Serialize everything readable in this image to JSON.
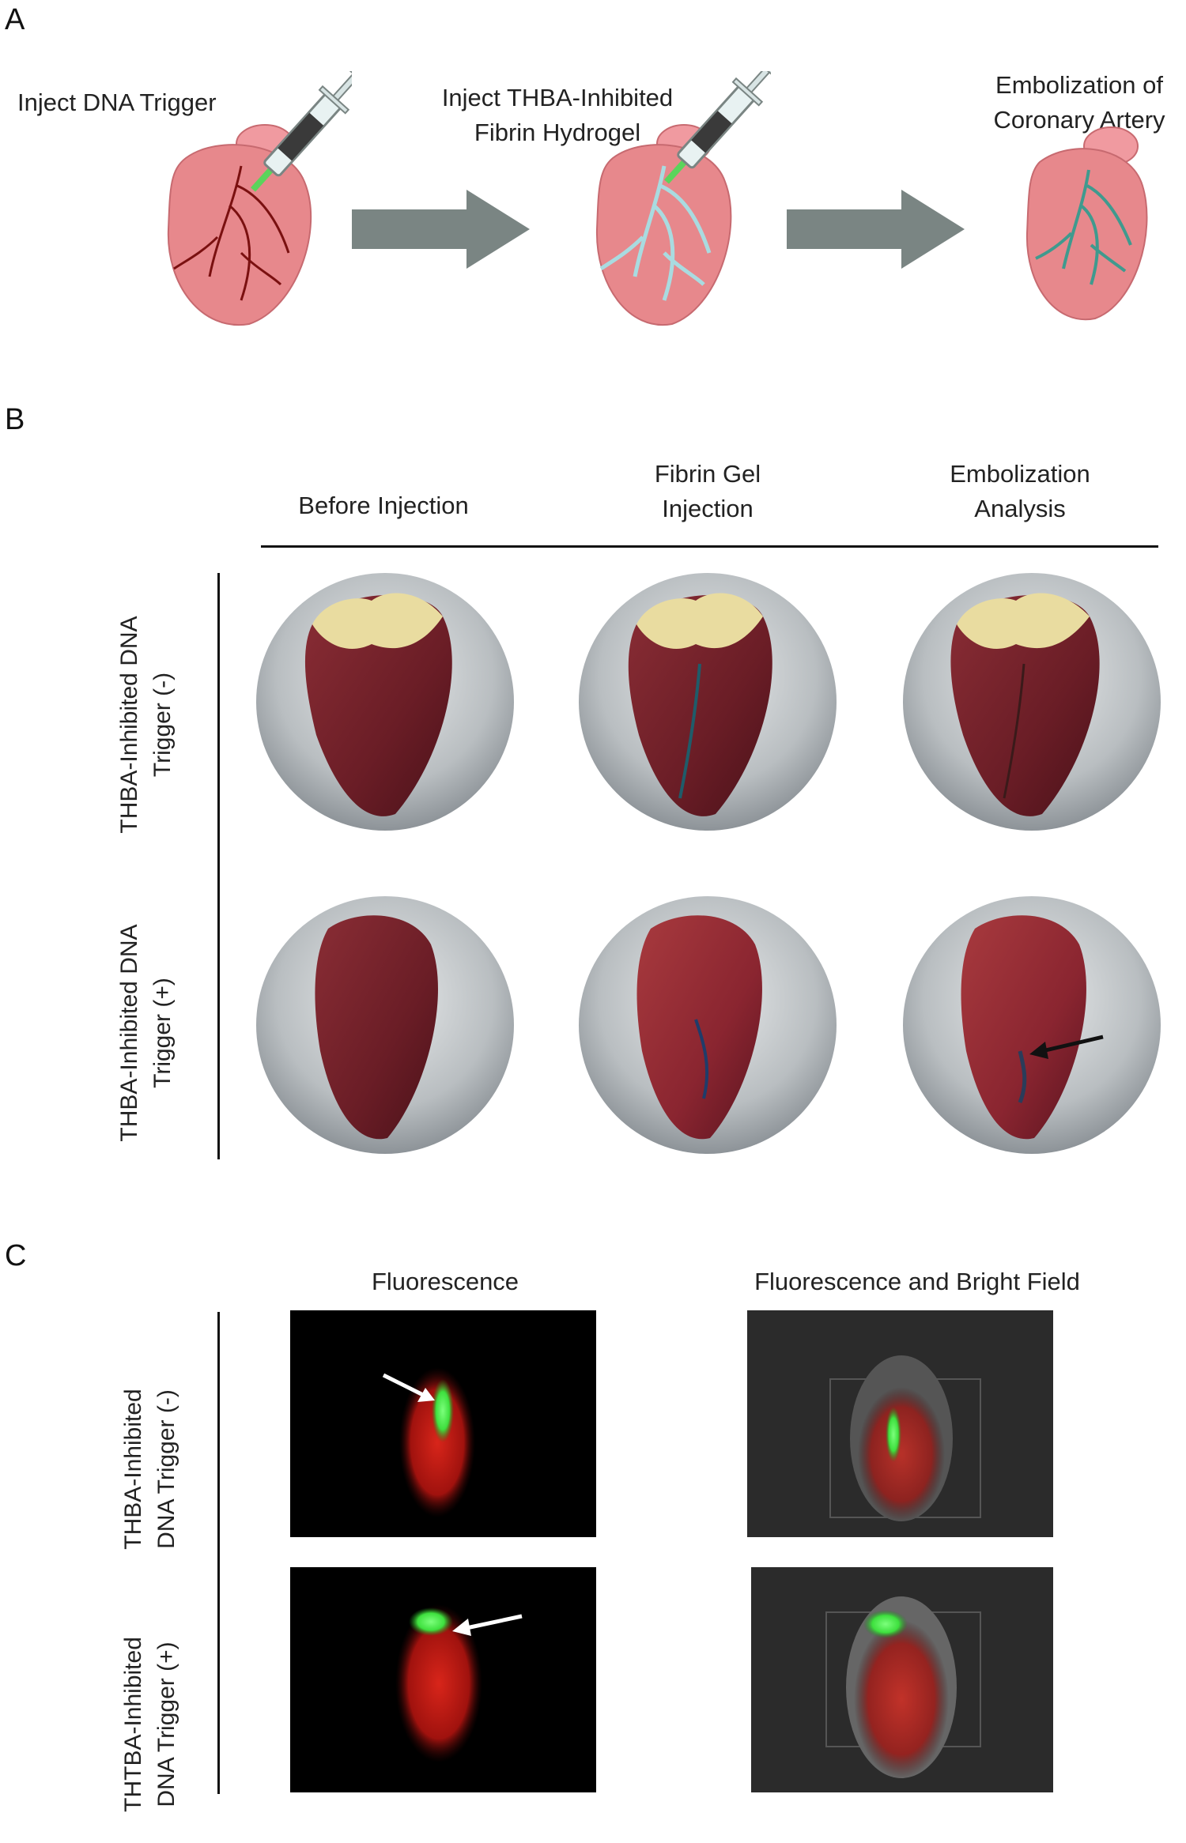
{
  "panel_a": {
    "letter": "A",
    "step1": "Inject DNA Trigger",
    "step2_line1": "Inject THBA-Inhibited",
    "step2_line2": "Fibrin Hydrogel",
    "step3_line1": "Embolization of",
    "step3_line2": "Coronary Artery",
    "colors": {
      "heart": "#e7888c",
      "vessel_dark": "#7a1010",
      "vessel_light": "#a9dbe0",
      "vessel_teal": "#3f9a8e",
      "arrow": "#7a8583",
      "needle": "#5bd45b"
    }
  },
  "panel_b": {
    "letter": "B",
    "col1": "Before Injection",
    "col2_line1": "Fibrin Gel",
    "col2_line2": "Injection",
    "col3_line1": "Embolization",
    "col3_line2": "Analysis",
    "row1_line1": "THBA-Inhibited DNA",
    "row1_line2": "Trigger (-)",
    "row2_line1": "THBA-Inhibited DNA",
    "row2_line2": "Trigger (+)"
  },
  "panel_c": {
    "letter": "C",
    "col1": "Fluorescence",
    "col2": "Fluorescence and Bright Field",
    "row1_line1": "THBA-Inhibited",
    "row1_line2": "DNA Trigger (-)",
    "row2_line1": "THTBA-Inhibited",
    "row2_line2": "DNA Trigger (+)",
    "colors": {
      "fluor_red": "#c0140e",
      "fluor_green": "#3ee03e"
    }
  }
}
